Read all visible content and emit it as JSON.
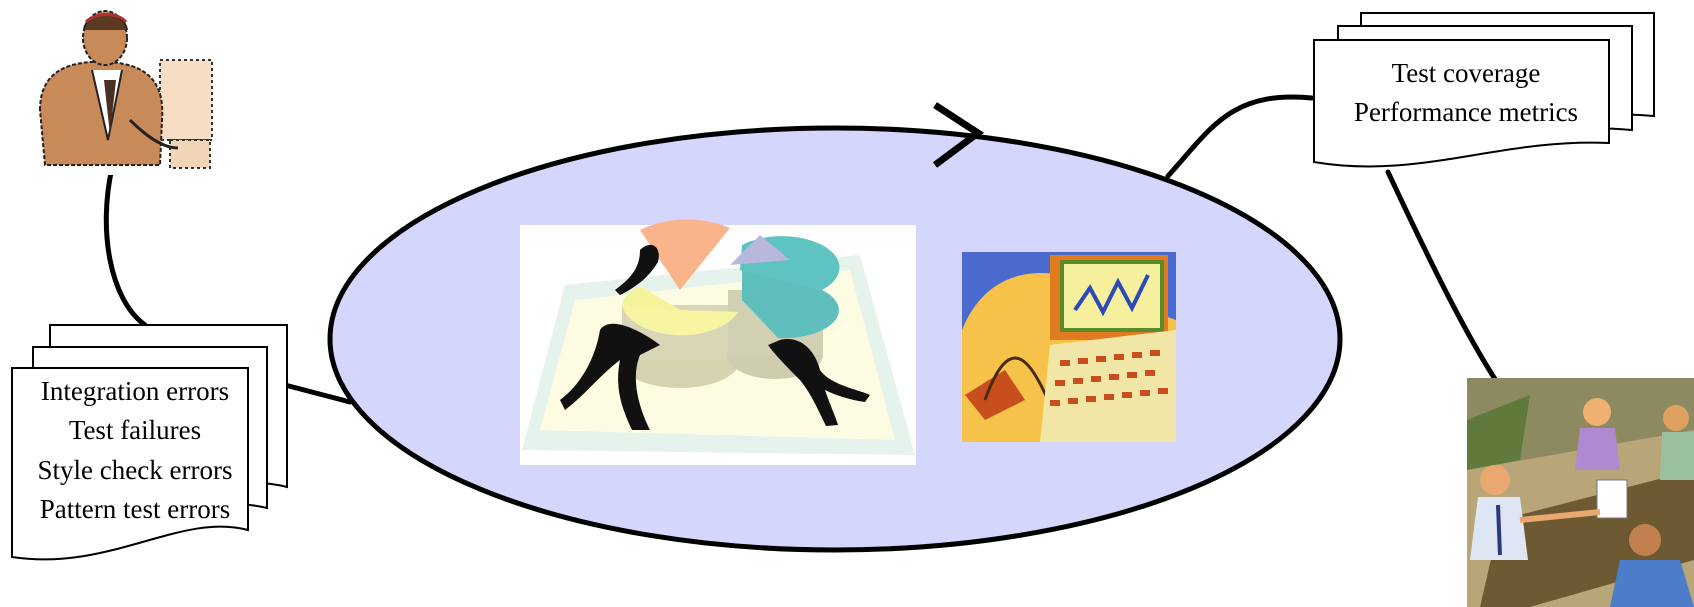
{
  "colors": {
    "cycle_fill": "#d4d6fb",
    "stroke": "#000000",
    "paper": "#ffffff"
  },
  "left_document": {
    "lines": [
      "Integration errors",
      "Test failures",
      "Style check errors",
      "Pattern test errors"
    ]
  },
  "right_document": {
    "lines": [
      "Test coverage",
      "Performance metrics"
    ]
  },
  "icons": {
    "developer": "developer-at-computer-icon",
    "pie_chart": "pie-chart-people-icon",
    "monitor": "computer-monitor-chart-icon",
    "meeting": "team-meeting-icon",
    "arrow": "cycle-direction-arrow-icon"
  }
}
